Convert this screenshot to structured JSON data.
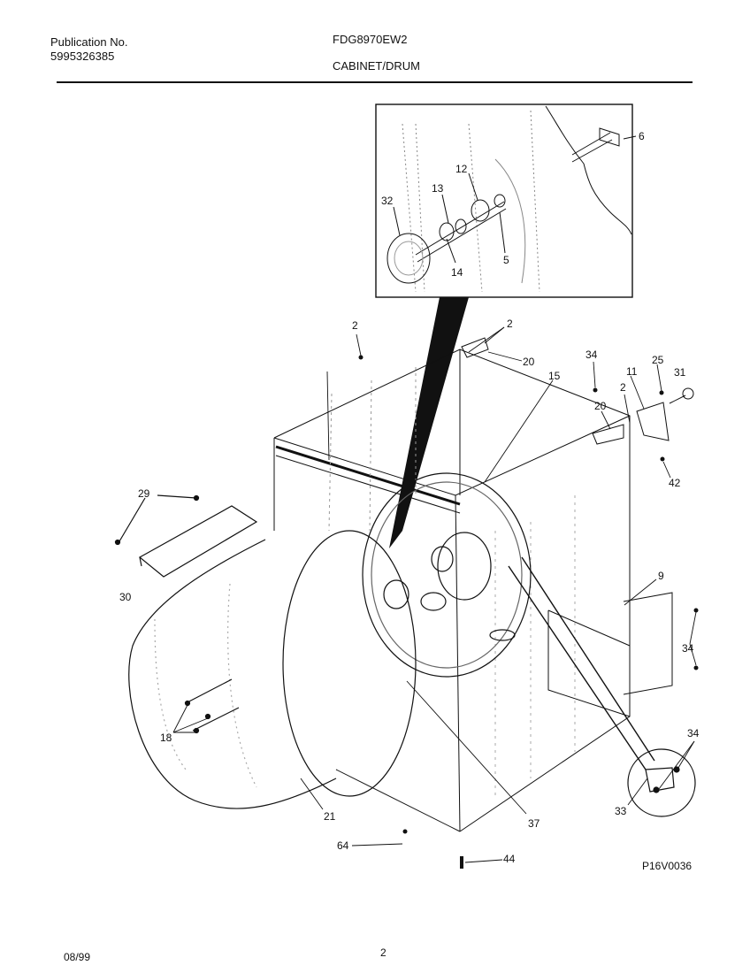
{
  "header": {
    "publication_label": "Publication No.",
    "publication_number": "5995326385",
    "model": "FDG8970EW2",
    "section_title": "CABINET/DRUM"
  },
  "diagram": {
    "code": "P16V0036",
    "callouts": [
      "6",
      "12",
      "13",
      "32",
      "14",
      "5",
      "2",
      "2",
      "20",
      "34",
      "25",
      "11",
      "31",
      "15",
      "2",
      "20",
      "42",
      "29",
      "30",
      "9",
      "34",
      "18",
      "21",
      "37",
      "34",
      "33",
      "64",
      "44"
    ]
  },
  "footer": {
    "date": "08/99",
    "page": "2"
  }
}
